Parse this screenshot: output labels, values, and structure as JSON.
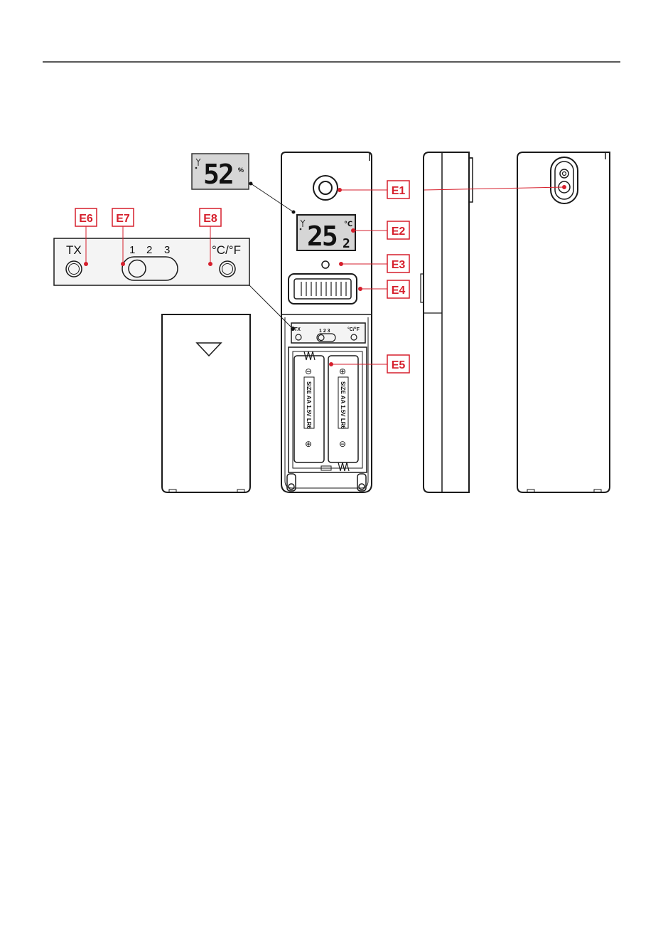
{
  "colors": {
    "accent": "#d61f2c",
    "outline": "#1a1a1a",
    "lcd_fill": "#d6d6d6",
    "panel_fill": "#f4f4f4"
  },
  "callouts": {
    "e1": "E1",
    "e2": "E2",
    "e3": "E3",
    "e4": "E4",
    "e5": "E5",
    "e6": "E6",
    "e7": "E7",
    "e8": "E8"
  },
  "humidity_display": {
    "value": "52",
    "unit": "%"
  },
  "temperature_display": {
    "value": "25",
    "decimal": "2",
    "unit": "℃"
  },
  "control_panel": {
    "tx_label": "TX",
    "channel_1": "1",
    "channel_2": "2",
    "channel_3": "3",
    "unit_label": "°C/°F"
  },
  "small_panel": {
    "tx_label": "TX",
    "channels": "1 2 3",
    "unit_label": "°C/°F"
  },
  "battery": {
    "label": "SIZE AA 1.5V LR6",
    "positive": "⊕",
    "negative": "⊖"
  },
  "icons": [
    "antenna-icon",
    "triangle-marker-icon",
    "battery-spring-icon"
  ]
}
